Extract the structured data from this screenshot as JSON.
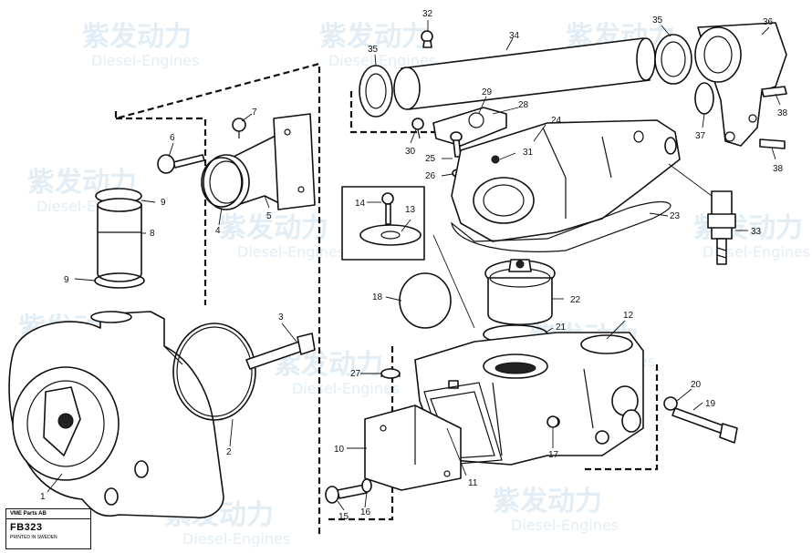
{
  "watermark": {
    "brand_cn": "紫发动力",
    "brand_en": "Diesel-Engines"
  },
  "reference_box": {
    "line1": "VME Parts AB",
    "code": "FB323",
    "line3": "PRINTED IN SWEDEN"
  },
  "part_numbers": [
    {
      "id": "1",
      "label": "1"
    },
    {
      "id": "2",
      "label": "2"
    },
    {
      "id": "3",
      "label": "3"
    },
    {
      "id": "4",
      "label": "4"
    },
    {
      "id": "5",
      "label": "5"
    },
    {
      "id": "6",
      "label": "6"
    },
    {
      "id": "7",
      "label": "7"
    },
    {
      "id": "8",
      "label": "8"
    },
    {
      "id": "9a",
      "label": "9"
    },
    {
      "id": "9b",
      "label": "9"
    },
    {
      "id": "10",
      "label": "10"
    },
    {
      "id": "11",
      "label": "11"
    },
    {
      "id": "12",
      "label": "12"
    },
    {
      "id": "13",
      "label": "13"
    },
    {
      "id": "14",
      "label": "14"
    },
    {
      "id": "15",
      "label": "15"
    },
    {
      "id": "16",
      "label": "16"
    },
    {
      "id": "17",
      "label": "17"
    },
    {
      "id": "18",
      "label": "18"
    },
    {
      "id": "19",
      "label": "19"
    },
    {
      "id": "20",
      "label": "20"
    },
    {
      "id": "21",
      "label": "21"
    },
    {
      "id": "22",
      "label": "22"
    },
    {
      "id": "23",
      "label": "23"
    },
    {
      "id": "24",
      "label": "24"
    },
    {
      "id": "25",
      "label": "25"
    },
    {
      "id": "26",
      "label": "26"
    },
    {
      "id": "27",
      "label": "27"
    },
    {
      "id": "28",
      "label": "28"
    },
    {
      "id": "29",
      "label": "29"
    },
    {
      "id": "30",
      "label": "30"
    },
    {
      "id": "31",
      "label": "31"
    },
    {
      "id": "32",
      "label": "32"
    },
    {
      "id": "33",
      "label": "33"
    },
    {
      "id": "34",
      "label": "34"
    },
    {
      "id": "35a",
      "label": "35"
    },
    {
      "id": "35b",
      "label": "35"
    },
    {
      "id": "36",
      "label": "36"
    },
    {
      "id": "37",
      "label": "37"
    },
    {
      "id": "38a",
      "label": "38"
    },
    {
      "id": "38b",
      "label": "38"
    }
  ]
}
